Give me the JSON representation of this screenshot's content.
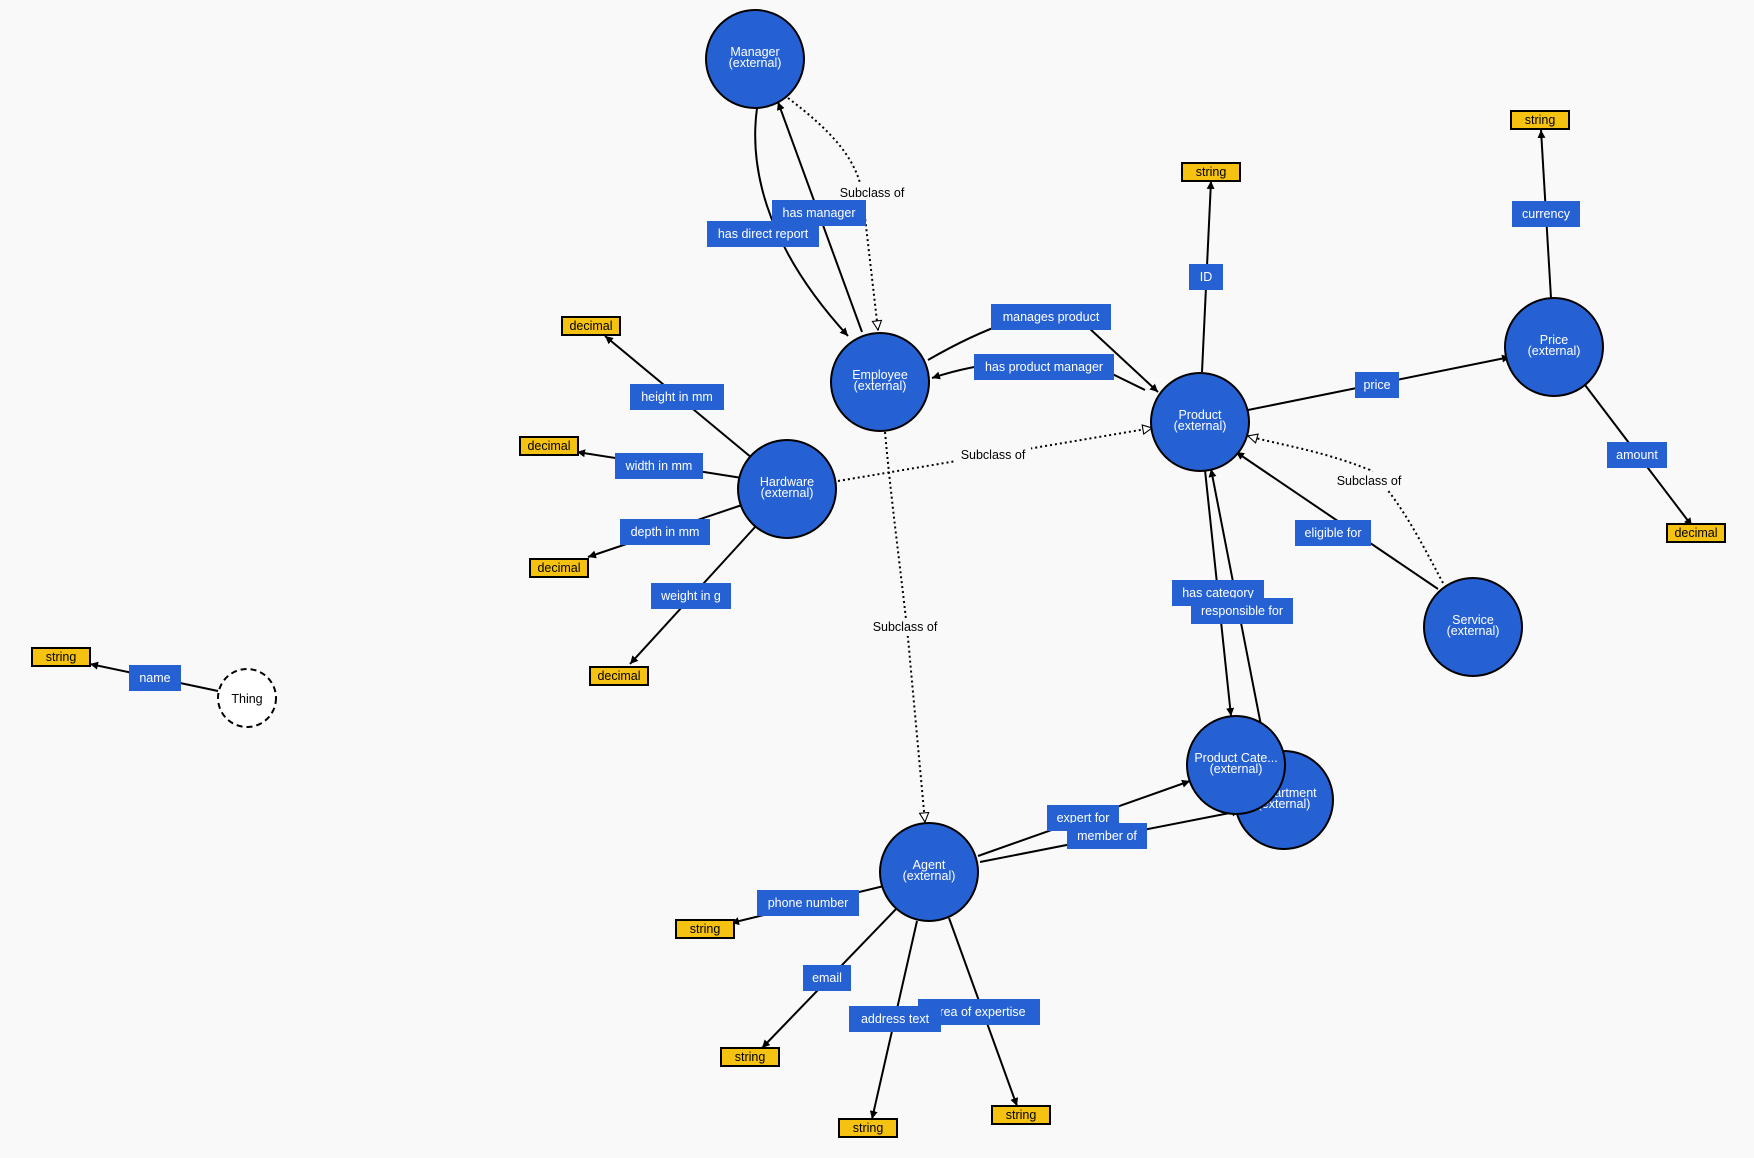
{
  "colors": {
    "class_fill": "#2561d3",
    "datatype_fill": "#f6c211",
    "background": "#f9f9f9",
    "stroke": "#000000"
  },
  "classes": [
    {
      "id": "manager",
      "label": "Manager",
      "sub": "(external)"
    },
    {
      "id": "employee",
      "label": "Employee",
      "sub": "(external)"
    },
    {
      "id": "product",
      "label": "Product",
      "sub": "(external)"
    },
    {
      "id": "price",
      "label": "Price",
      "sub": "(external)"
    },
    {
      "id": "hardware",
      "label": "Hardware",
      "sub": "(external)"
    },
    {
      "id": "service",
      "label": "Service",
      "sub": "(external)"
    },
    {
      "id": "department",
      "label": "Department",
      "sub": "(external)"
    },
    {
      "id": "category",
      "label": "Product Cate...",
      "sub": "(external)"
    },
    {
      "id": "agent",
      "label": "Agent",
      "sub": "(external)"
    },
    {
      "id": "thing",
      "label": "Thing",
      "sub": ""
    }
  ],
  "datatypes": [
    {
      "id": "dt_price_currency",
      "label": "string"
    },
    {
      "id": "dt_product_id",
      "label": "string"
    },
    {
      "id": "dt_height",
      "label": "decimal"
    },
    {
      "id": "dt_width",
      "label": "decimal"
    },
    {
      "id": "dt_depth",
      "label": "decimal"
    },
    {
      "id": "dt_weight",
      "label": "decimal"
    },
    {
      "id": "dt_amount",
      "label": "decimal"
    },
    {
      "id": "dt_thing_name",
      "label": "string"
    },
    {
      "id": "dt_phone",
      "label": "string"
    },
    {
      "id": "dt_email",
      "label": "string"
    },
    {
      "id": "dt_address",
      "label": "string"
    },
    {
      "id": "dt_expertise",
      "label": "string"
    }
  ],
  "properties": [
    {
      "id": "has_direct_report",
      "label": "has direct report"
    },
    {
      "id": "has_manager",
      "label": "has manager"
    },
    {
      "id": "manages_product",
      "label": "manages product"
    },
    {
      "id": "has_product_manager",
      "label": "has product manager"
    },
    {
      "id": "id",
      "label": "ID"
    },
    {
      "id": "currency",
      "label": "currency"
    },
    {
      "id": "price",
      "label": "price"
    },
    {
      "id": "amount",
      "label": "amount"
    },
    {
      "id": "height_in_mm",
      "label": "height in mm"
    },
    {
      "id": "width_in_mm",
      "label": "width in mm"
    },
    {
      "id": "depth_in_mm",
      "label": "depth in mm"
    },
    {
      "id": "weight_in_g",
      "label": "weight in g"
    },
    {
      "id": "eligible_for",
      "label": "eligible for"
    },
    {
      "id": "has_category",
      "label": "has category"
    },
    {
      "id": "responsible_for",
      "label": "responsible for"
    },
    {
      "id": "expert_for",
      "label": "expert for"
    },
    {
      "id": "member_of",
      "label": "member of"
    },
    {
      "id": "phone_number",
      "label": "phone number"
    },
    {
      "id": "email",
      "label": "email"
    },
    {
      "id": "address_text",
      "label": "address text"
    },
    {
      "id": "area_of_expertise",
      "label": "area of expertise"
    },
    {
      "id": "name",
      "label": "name"
    }
  ],
  "subclass_label": "Subclass of"
}
